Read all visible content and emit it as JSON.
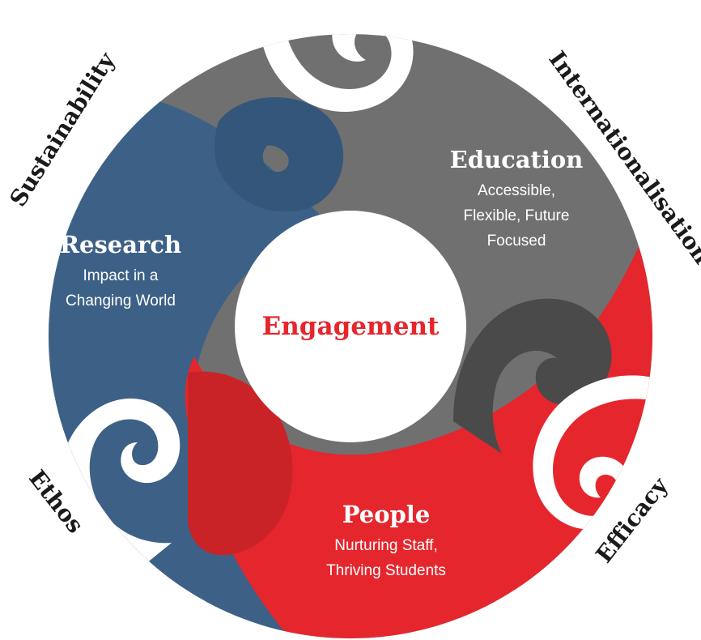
{
  "center": {
    "label": "Engagement"
  },
  "sectors": {
    "education": {
      "title": "Education",
      "lines": [
        "Accessible,",
        "Flexible, Future",
        "Focused"
      ]
    },
    "research": {
      "title": "Research",
      "lines": [
        "Impact in a",
        "Changing World"
      ]
    },
    "people": {
      "title": "People",
      "lines": [
        "Nurturing Staff,",
        "Thriving Students"
      ]
    }
  },
  "values": {
    "sustainability": "Sustainability",
    "internationalisation": "Internationalisation",
    "ethos": "Ethos",
    "efficacy": "Efficacy"
  },
  "colors": {
    "education": "#707070",
    "research": "#3d6186",
    "people": "#e5262d",
    "value_text": "#1a1a1a",
    "center_text": "#e5262d"
  },
  "icons": [
    "koru-icon"
  ]
}
